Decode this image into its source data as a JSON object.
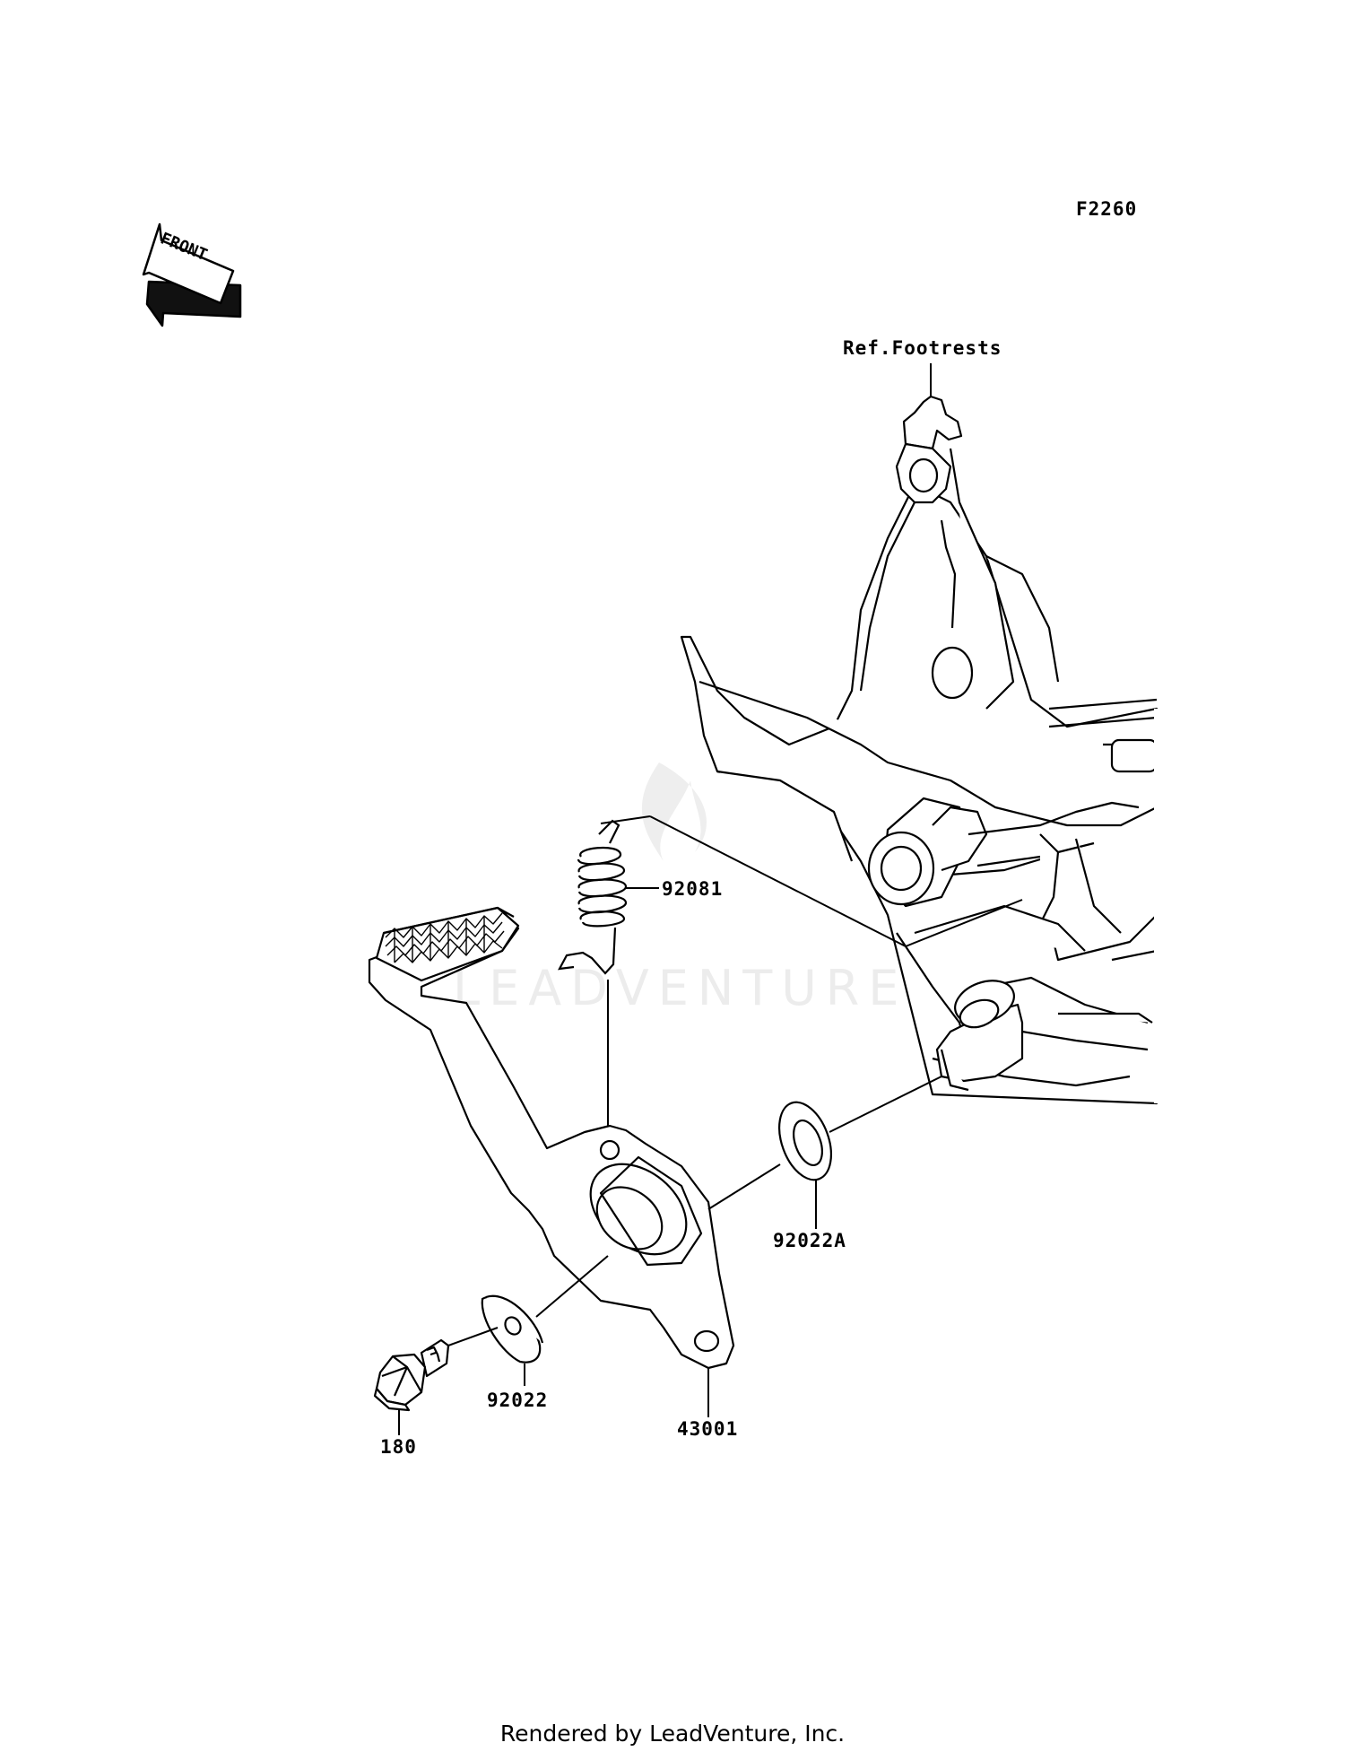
{
  "diagram": {
    "code": "F2260",
    "direction": "FRONT",
    "reference": "Ref.Footrests",
    "watermark": "LEADVENTURE",
    "parts": {
      "spring": "92081",
      "washer_a": "92022A",
      "washer": "92022",
      "pedal": "43001",
      "bolt": "180"
    }
  },
  "footer": {
    "credit": "Rendered by LeadVenture, Inc."
  }
}
